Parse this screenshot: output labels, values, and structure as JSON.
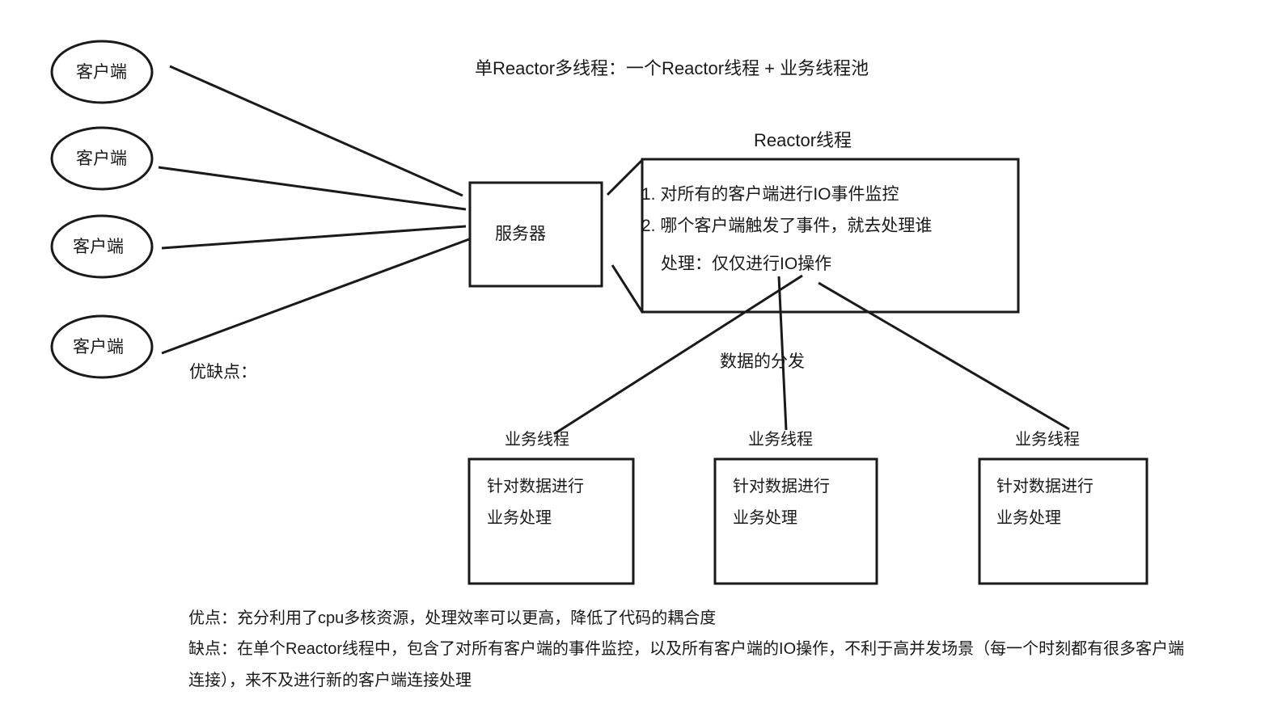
{
  "diagram": {
    "title": "单Reactor多线程：一个Reactor线程 + 业务线程池",
    "pros_cons_label": "优缺点：",
    "dispatch_label": "数据的分发",
    "colors": {
      "stroke": "#1a1a1a",
      "background": "#ffffff",
      "text": "#1a1a1a"
    },
    "clients": [
      {
        "label": "客户端"
      },
      {
        "label": "客户端"
      },
      {
        "label": "客户端"
      },
      {
        "label": "客户端"
      }
    ],
    "server": {
      "label": "服务器"
    },
    "reactor": {
      "title": "Reactor线程",
      "lines": [
        "1. 对所有的客户端进行IO事件监控",
        "2. 哪个客户端触发了事件，就去处理谁",
        "处理：仅仅进行IO操作"
      ]
    },
    "workers": [
      {
        "title": "业务线程",
        "lines": [
          "针对数据进行",
          "业务处理"
        ]
      },
      {
        "title": "业务线程",
        "lines": [
          "针对数据进行",
          "业务处理"
        ]
      },
      {
        "title": "业务线程",
        "lines": [
          "针对数据进行",
          "业务处理"
        ]
      }
    ],
    "footer": {
      "pros": "优点：充分利用了cpu多核资源，处理效率可以更高，降低了代码的耦合度",
      "cons_line1": "缺点：在单个Reactor线程中，包含了对所有客户端的事件监控，以及所有客户端的IO操作，不利于高并发场景（每一个时刻都有很多客户端",
      "cons_line2": "连接），来不及进行新的客户端连接处理"
    }
  }
}
